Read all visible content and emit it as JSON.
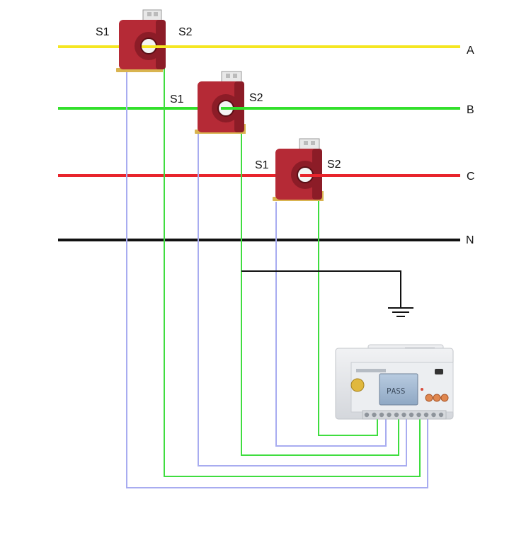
{
  "phases": [
    {
      "label": "A",
      "color": "#f5e622"
    },
    {
      "label": "B",
      "color": "#33e02c"
    },
    {
      "label": "C",
      "color": "#e8242c"
    },
    {
      "label": "N",
      "color": "#111111"
    }
  ],
  "transformers": [
    {
      "phase": "A",
      "s1": "S1",
      "s2": "S2"
    },
    {
      "phase": "B",
      "s1": "S1",
      "s2": "S2"
    },
    {
      "phase": "C",
      "s1": "S1",
      "s2": "S2"
    }
  ],
  "meter": {
    "display_text": "PASS"
  },
  "wire_colors": {
    "s1": "#a8acf0",
    "s2": "#3fdd3f",
    "ground": "#111111"
  },
  "ct_colors": {
    "body": "#b52a36",
    "body_dark": "#8c1c27",
    "bracket": "#d9b450"
  }
}
